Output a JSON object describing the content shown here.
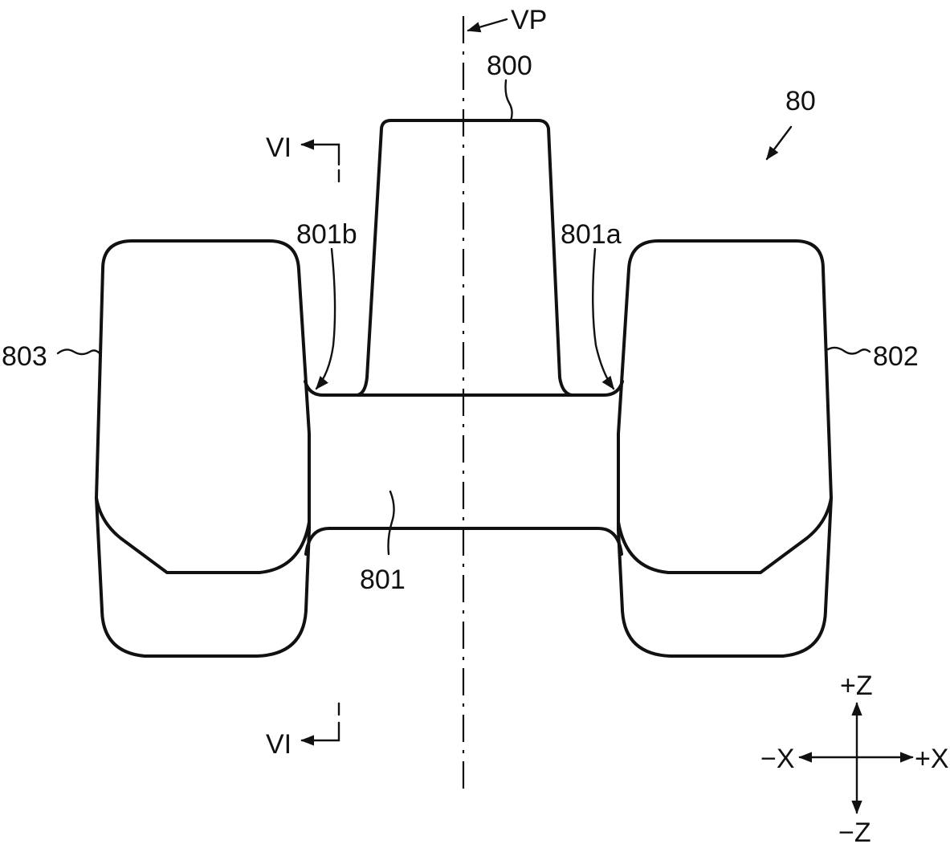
{
  "figure": {
    "reference_numeral": "80",
    "plane_label": "VP",
    "section_label_top": "VI",
    "section_label_bottom": "VI",
    "parts": {
      "tongue": "800",
      "bridge": "801",
      "edge_right": "801a",
      "edge_left": "801b",
      "right_block": "802",
      "left_block": "803"
    },
    "axes": {
      "plus_z": "+Z",
      "minus_z": "−Z",
      "plus_x": "+X",
      "minus_x": "−X"
    }
  },
  "colors": {
    "line": "#111111",
    "background": "#ffffff"
  }
}
